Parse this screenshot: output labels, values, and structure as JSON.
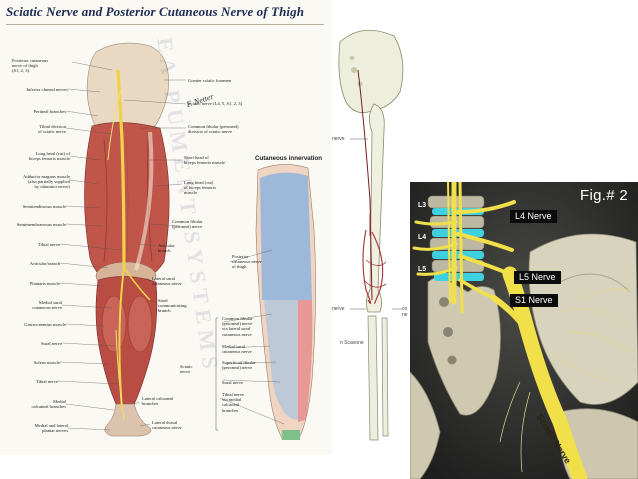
{
  "plate": {
    "title": "Sciatic Nerve and Posterior Cutaneous Nerve of Thigh",
    "watermark": "EA PUMENT SYSTEMS",
    "signature": "F. Netter",
    "inset_title": "Cutaneous innervation",
    "labels_left": [
      "Posterior cutaneous\nnerve of thigh\n(S1, 2, 3)",
      "Inferior cluneal nerves",
      "Perineal branches",
      "Tibial division\nof sciatic nerve",
      "Long head (cut) of\nbiceps femoris muscle",
      "Adductor magnus muscle\n(also partially supplied\nby obturator nerve)",
      "Semitendinosus muscle",
      "Semimembranosus muscle",
      "Tibial nerve",
      "Articular branch",
      "Plantaris muscle",
      "Medial sural\ncutaneous nerve",
      "Gastrocnemius muscle",
      "Sural nerve",
      "Soleus muscle",
      "Tibial nerve",
      "Medial\ncalcaneal branches",
      "Medial and lateral\nplantar nerves"
    ],
    "labels_right": [
      "Greater sciatic foramen",
      "Sciatic nerve (L4, 5, S1, 2, 3)",
      "Common fibular (peroneal)\ndivision of sciatic nerve",
      "Short head of\nbiceps femoris muscle",
      "Long head (cut)\nof biceps femoris\nmuscle",
      "Common fibular\n(peroneal) nerve",
      "Articular\nbranch",
      "Lateral sural\ncutaneous nerve",
      "Sural\ncommunicating\nbranch",
      "Lateral calcaneal\nbranches",
      "Lateral dorsal\ncutaneous nerve"
    ],
    "labels_inset": [
      "Posterior\ncutaneous nerve\nof thigh",
      "Common fibular\n(peroneal) nerve\nvia lateral sural\ncutaneous nerve",
      "Medial sural\ncutaneous nerve",
      "Superficial fibular\n(peroneal) nerve",
      "Sural nerve",
      "Tibial nerve\nvia medial\ncalcaneal\nbranches",
      "Sciatic\nnerve"
    ]
  },
  "middle": {
    "label_top": "nerve",
    "label_bottom_left": "nerve",
    "label_bottom_right": "co\nne",
    "credit": "n Scavone"
  },
  "figure": {
    "title": "Fig.# 2",
    "tags": [
      "L4 Nerve",
      "L5 Nerve",
      "S1 Nerve"
    ],
    "levels": [
      "L3",
      "L4",
      "L5"
    ],
    "sciatic_label": "Sciatic Nerve",
    "colors": {
      "nerve": "#f2e04a",
      "disc": "#3fd0e0",
      "bone": "#d9d4c0",
      "background": "#2a2a2a"
    }
  }
}
